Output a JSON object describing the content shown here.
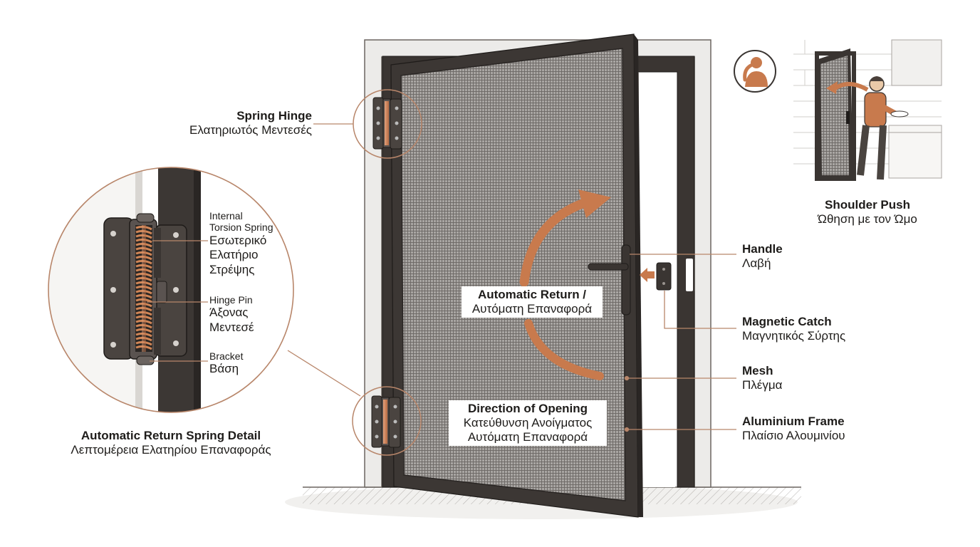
{
  "labels": {
    "spring_hinge": {
      "en": "Spring Hinge",
      "gr": "Ελατηριωτός Μεντεσές"
    },
    "detail": {
      "en": "Automatic Return Spring Detail",
      "gr": "Λεπτομέρεια Ελατηρίου Επαναφοράς"
    },
    "torsion_spring": {
      "en": "Internal\nTorsion Spring",
      "gr": "Εσωτερικό\nΕλατήριο\nΣτρέψης"
    },
    "hinge_pin": {
      "en": "Hinge Pin",
      "gr": "Άξονας\nΜεντεσέ"
    },
    "bracket": {
      "en": "Bracket",
      "gr": "Βάση"
    },
    "auto_return": {
      "en": "Automatic Return /",
      "gr": "Αυτόματη Επαναφορά"
    },
    "direction": {
      "en": "Direction of Opening",
      "gr1": "Κατεύθυνση Ανοίγματος",
      "gr2": "Αυτόματη Επαναφορά"
    },
    "shoulder_push": {
      "en": "Shoulder Push",
      "gr": "Ώθηση με τον Ώμο"
    },
    "handle": {
      "en": "Handle",
      "gr": "Λαβή"
    },
    "magnetic_catch": {
      "en": "Magnetic Catch",
      "gr": "Μαγνητικός Σύρτης"
    },
    "mesh": {
      "en": "Mesh",
      "gr": "Πλέγμα"
    },
    "frame": {
      "en": "Aluminium Frame",
      "gr": "Πλαίσιο Αλουμινίου"
    }
  },
  "icons": {
    "hand_to_mouth": "person-hand-to-mouth-icon"
  },
  "colors": {
    "frame_dark": "#3a3532",
    "copper": "#c87a4d",
    "leader": "#b8866a",
    "mesh": "#8d8a87",
    "wall": "#e4e1dd"
  }
}
